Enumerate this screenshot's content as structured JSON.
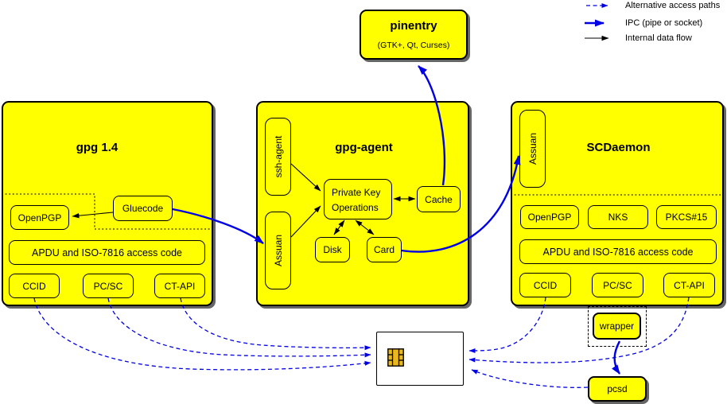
{
  "legend": {
    "alternative": "Alternative access paths",
    "ipc": "IPC (pipe or socket)",
    "internal": "Internal data flow"
  },
  "pinentry": {
    "title": "pinentry",
    "subtitle": "(GTK+, Qt, Curses)"
  },
  "gpg14": {
    "title": "gpg 1.4",
    "openpgp": "OpenPGP",
    "gluecode": "Gluecode",
    "apdu": "APDU and ISO-7816 access code",
    "ccid": "CCID",
    "pcsc": "PC/SC",
    "ctapi": "CT-API"
  },
  "gpg_agent": {
    "title": "gpg-agent",
    "ssh_agent": "ssh-agent",
    "assuan": "Assuan",
    "pko_line1": "Private Key",
    "pko_line2": "Operations",
    "cache": "Cache",
    "disk": "Disk",
    "card": "Card"
  },
  "scdaemon": {
    "title": "SCDaemon",
    "assuan": "Assuan",
    "openpgp": "OpenPGP",
    "nks": "NKS",
    "pkcs15": "PKCS#15",
    "apdu": "APDU and ISO-7816 access code",
    "ccid": "CCID",
    "pcsc": "PC/SC",
    "ctapi": "CT-API"
  },
  "wrapper": "wrapper",
  "pcsd": "pcsd",
  "colors": {
    "module_fill": "#ffff00",
    "line_blue": "#0000e6",
    "line_black": "#000000",
    "chip_gold": "#e8b81e",
    "card_fill": "#ffffff"
  }
}
